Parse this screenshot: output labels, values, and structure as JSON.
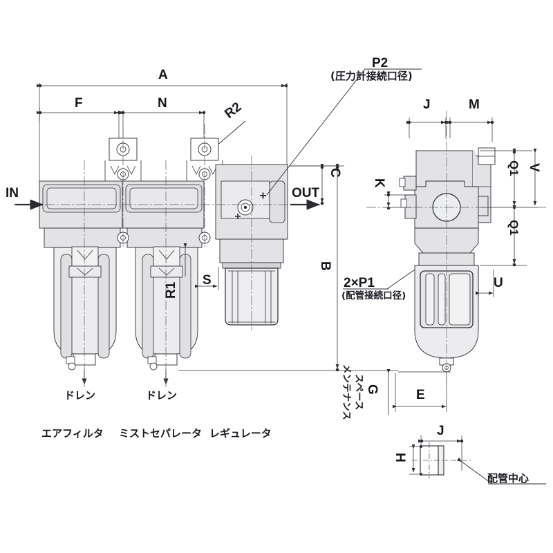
{
  "drawing": {
    "title": "Air filter / mist separator / regulator assembly dimensional drawing",
    "line_color": "#2b2c33",
    "fill_color": "#e3e3e5",
    "bowl_color": "#ececee"
  },
  "front_view": {
    "dimensions": {
      "overall_width": "A",
      "filter_width": "F",
      "separator_width": "N",
      "port_height": "C",
      "overall_height": "B",
      "bracket_offset": "S",
      "drain_r1": "R1",
      "drain_r2": "R2"
    },
    "ports": {
      "inlet": "IN",
      "outlet": "OUT"
    },
    "gauge_port": {
      "code": "P2",
      "note": "(圧力計接続口径)"
    },
    "drain_labels": [
      "ドレン",
      "ドレン"
    ],
    "component_labels": [
      "エアフィルタ",
      "ミストセパレータ",
      "レギュレータ"
    ],
    "maintenance_note": [
      "メンテナンス",
      "スペース"
    ]
  },
  "side_view": {
    "dimensions": {
      "left_width": "J",
      "right_width": "M",
      "offset_k": "K",
      "upper_q1": "Q1",
      "total_v": "V",
      "lower_q1": "Q1",
      "bottom_u": "U",
      "bracket_e": "E",
      "clearance_g": "G"
    },
    "pipe_port": {
      "code": "2×P1",
      "note": "(配管接続口径)"
    }
  },
  "detail_view": {
    "dimensions": {
      "height_h": "H",
      "width_j": "J"
    },
    "note": "配管中心"
  }
}
